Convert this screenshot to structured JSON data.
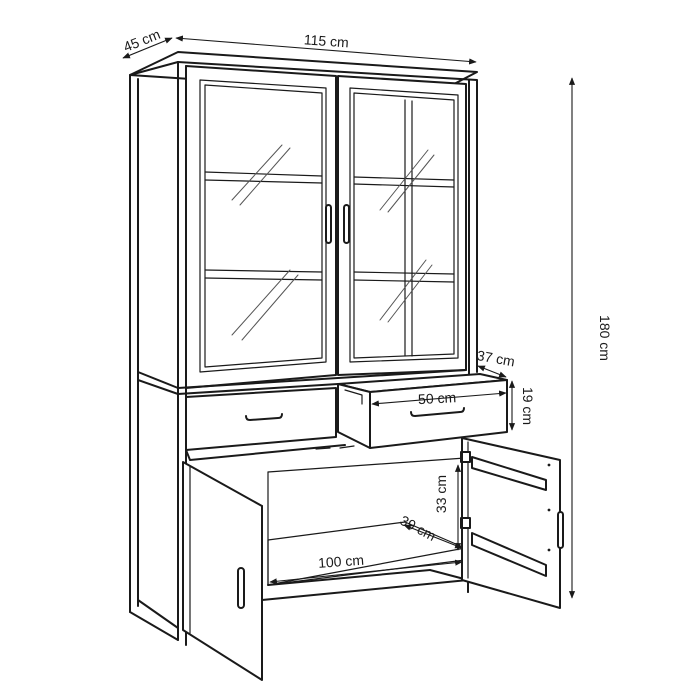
{
  "dimensions": {
    "depth": "45 cm",
    "width": "115 cm",
    "height": "180 cm",
    "drawer_depth": "37 cm",
    "drawer_width": "50 cm",
    "drawer_height": "19 cm",
    "cabinet_inner_height": "33 cm",
    "cabinet_inner_depth": "39 cm",
    "cabinet_inner_width": "100 cm"
  },
  "colors": {
    "line": "#1a1a1a",
    "background": "#ffffff"
  }
}
